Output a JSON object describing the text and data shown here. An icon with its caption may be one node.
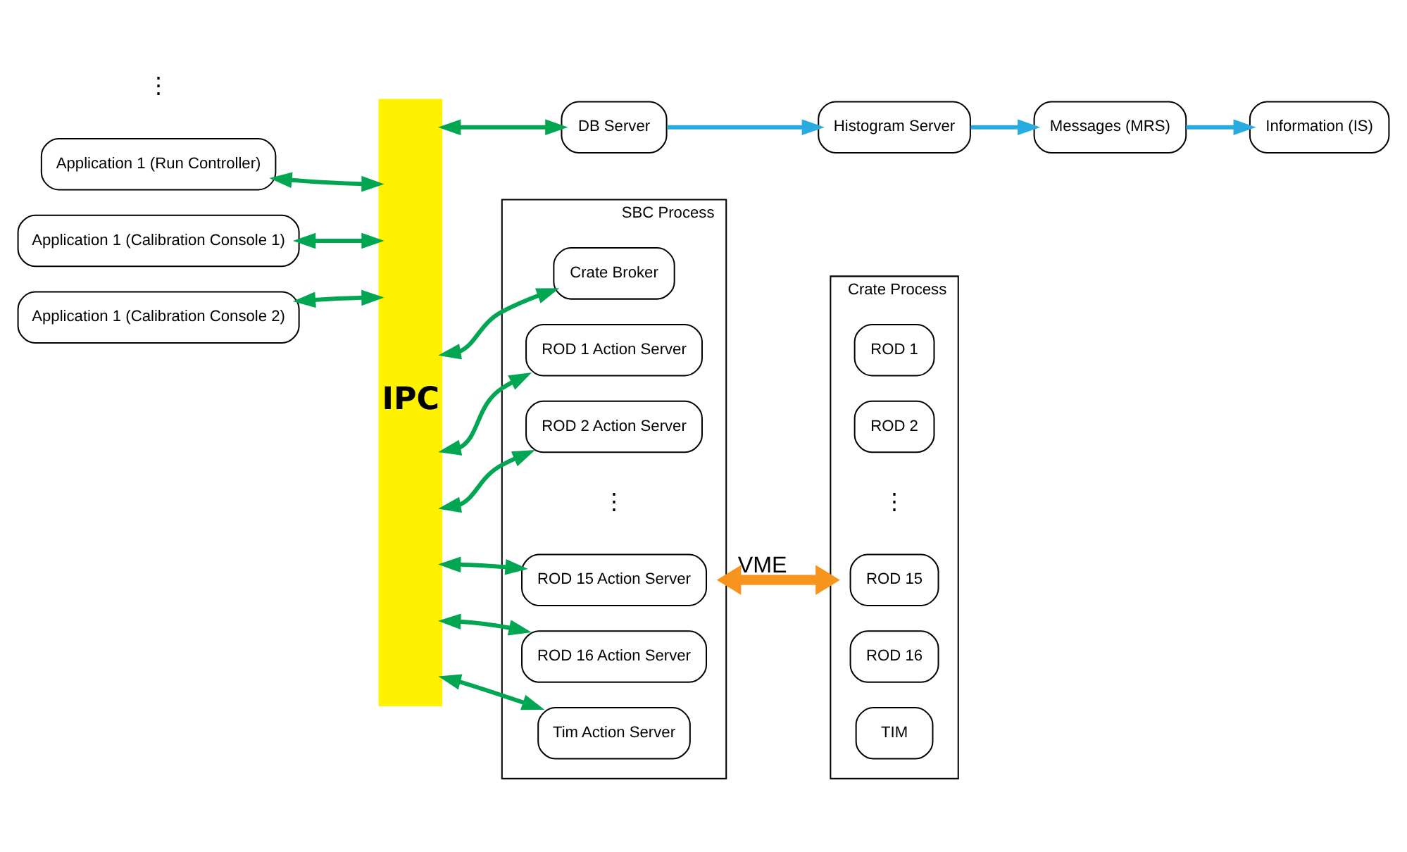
{
  "diagram": {
    "nodes": [
      {
        "text": [
          "IPC"
        ]
      },
      {
        "text": [
          "DB Server"
        ]
      },
      {
        "text": [
          "Histogram Server"
        ]
      },
      {
        "text": [
          "Messages (MRS)"
        ]
      },
      {
        "text": [
          "Information (IS)"
        ]
      },
      {
        "text": [
          "Application 1 (Run Controller)"
        ]
      },
      {
        "text": [
          "Application 1 (Calibration Console 1)"
        ]
      },
      {
        "text": [
          "Application 1 (Calibration Console 2)"
        ]
      },
      {
        "text": [
          "SBC Process"
        ]
      },
      {
        "text": [
          "Crate Broker"
        ],
        "in": 8
      },
      {
        "text": [
          "ROD 1 Action Server"
        ],
        "in": 8
      },
      {
        "text": [
          "ROD 2 Action Server"
        ],
        "in": 8
      },
      {
        "text": [
          "ROD 15 Action Server"
        ],
        "in": 8
      },
      {
        "text": [
          "ROD 16 Action Server"
        ],
        "in": 8
      },
      {
        "text": [
          "Tim Action Server"
        ],
        "in": 8
      },
      {
        "text": [
          "Crate Process"
        ]
      },
      {
        "text": [
          "ROD 1"
        ],
        "in": 15
      },
      {
        "text": [
          "ROD 2"
        ],
        "in": 15
      },
      {
        "text": [
          "ROD 15"
        ],
        "in": 15
      },
      {
        "text": [
          "ROD 16"
        ],
        "in": 15
      },
      {
        "text": [
          "TIM"
        ],
        "in": 15
      }
    ],
    "edges": [
      {
        "from": 0,
        "to": 1,
        "arrow": "both"
      },
      {
        "from": 1,
        "to": 2,
        "arrow": "to",
        "color": "#29abe2"
      },
      {
        "from": 2,
        "to": 3,
        "arrow": "to",
        "color": "#29abe2"
      },
      {
        "from": 3,
        "to": 4,
        "arrow": "to",
        "color": "#29abe2"
      },
      {
        "from": 5,
        "to": 0,
        "arrow": "both"
      },
      {
        "from": 6,
        "to": 0,
        "arrow": "both"
      },
      {
        "from": 7,
        "to": 0,
        "arrow": "both"
      },
      {
        "from": 0,
        "to": 9,
        "arrow": "both"
      },
      {
        "from": 0,
        "to": 10,
        "arrow": "both"
      },
      {
        "from": 0,
        "to": 11,
        "arrow": "both"
      },
      {
        "from": 0,
        "to": 12,
        "arrow": "both"
      },
      {
        "from": 0,
        "to": 13,
        "arrow": "both"
      },
      {
        "from": 0,
        "to": 14,
        "arrow": "both"
      },
      {
        "from": 8,
        "to": 15,
        "arrow": "both",
        "label": "VME",
        "style": "thick",
        "color": "#f7941d"
      }
    ],
    "labels": [
      "⋮",
      "⋮",
      "⋮"
    ]
  }
}
